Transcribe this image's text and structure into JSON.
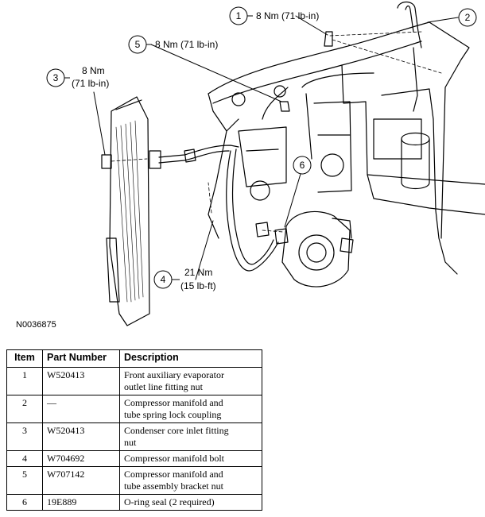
{
  "callouts": [
    {
      "num": "1",
      "label": "8 Nm (71 lb-in)"
    },
    {
      "num": "2"
    },
    {
      "num": "3",
      "label_line1": "8 Nm",
      "label_line2": "(71 lb-in)"
    },
    {
      "num": "4",
      "label_line1": "21 Nm",
      "label_line2": "(15 lb-ft)"
    },
    {
      "num": "5",
      "label": "8 Nm (71 lb-in)"
    },
    {
      "num": "6"
    }
  ],
  "figure_id": "N0036875",
  "table": {
    "headers": [
      "Item",
      "Part Number",
      "Description"
    ],
    "rows": [
      {
        "item": "1",
        "part": "W520413",
        "desc_l1": "Front auxiliary evaporator",
        "desc_l2": "outlet line fitting nut"
      },
      {
        "item": "2",
        "part": "—",
        "desc_l1": "Compressor manifold and",
        "desc_l2": "tube spring lock coupling"
      },
      {
        "item": "3",
        "part": "W520413",
        "desc_l1": "Condenser core inlet fitting",
        "desc_l2": "nut"
      },
      {
        "item": "4",
        "part": "W704692",
        "desc_l1": "Compressor manifold bolt",
        "desc_l2": ""
      },
      {
        "item": "5",
        "part": "W707142",
        "desc_l1": "Compressor manifold and",
        "desc_l2": "tube assembly bracket nut"
      },
      {
        "item": "6",
        "part": "19E889",
        "desc_l1": "O-ring seal (2 required)",
        "desc_l2": ""
      }
    ]
  }
}
